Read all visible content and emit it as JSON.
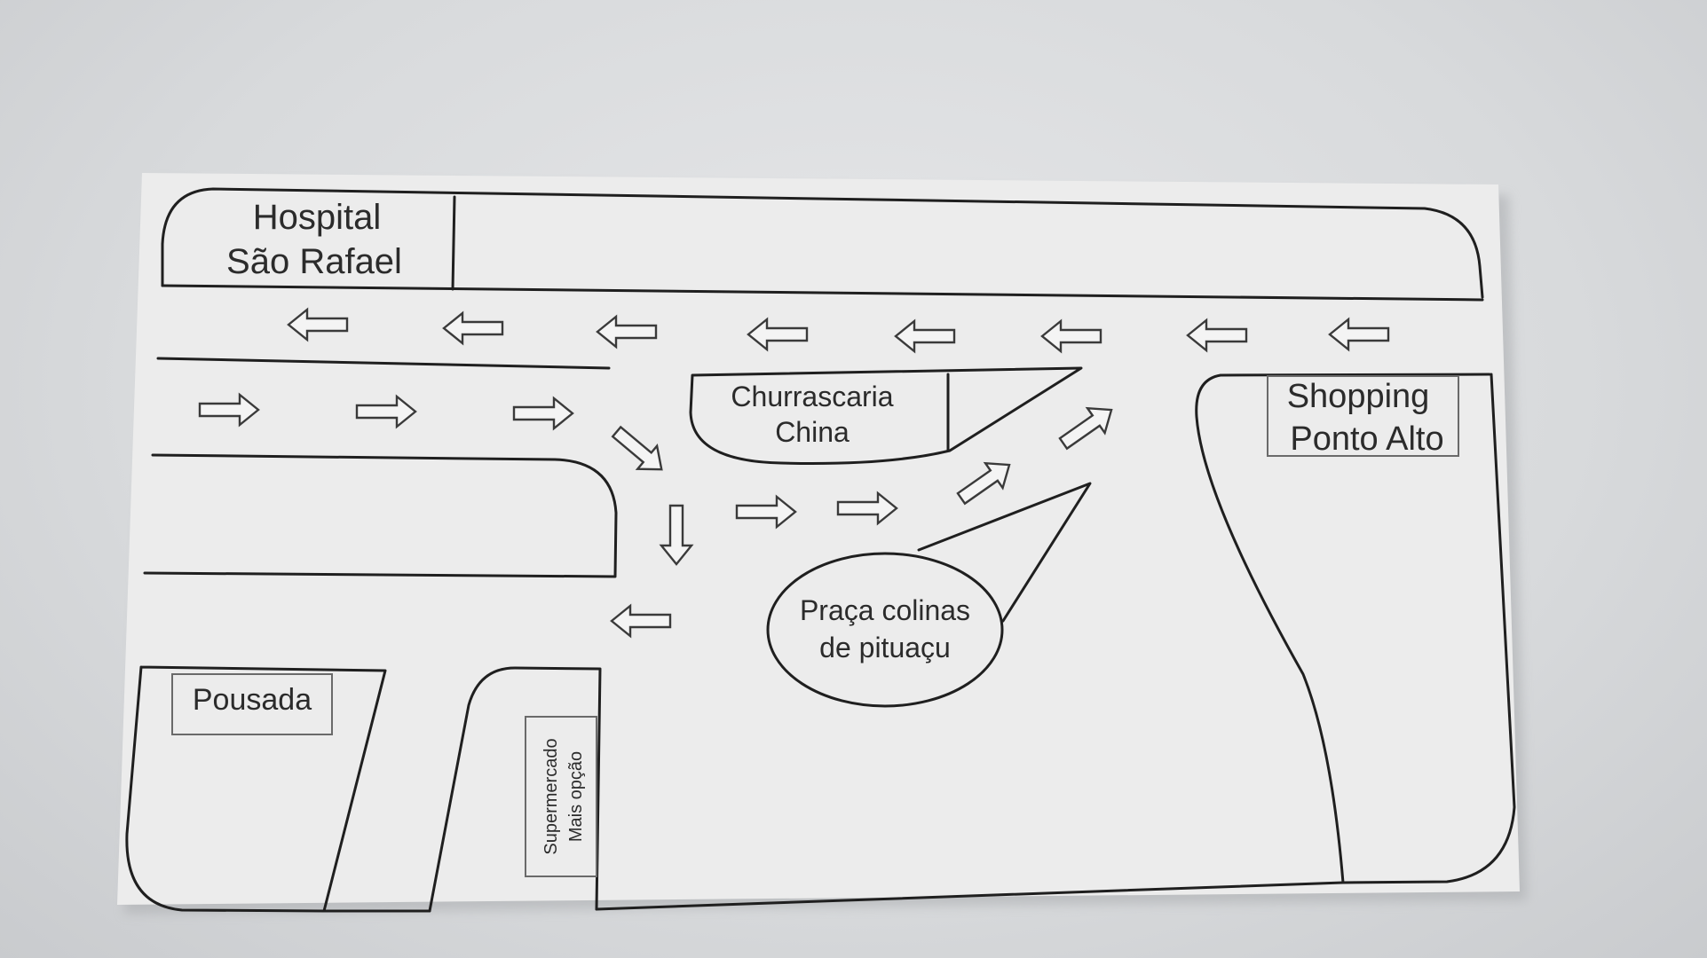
{
  "map": {
    "labels": {
      "hospital_line1": "Hospital",
      "hospital_line2": "São Rafael",
      "churrascaria_line1": "Churrascaria",
      "churrascaria_line2": "China",
      "shopping_line1": "Shopping",
      "shopping_line2": "Ponto Alto",
      "praca_line1": "Praça colinas",
      "praca_line2": "de pituaçu",
      "pousada": "Pousada",
      "supermercado_line1": "Supermercado",
      "supermercado_line2": "Mais opção"
    },
    "arrow_directions": {
      "top_road": "left",
      "second_road": "right",
      "curve_down_right": "down-right",
      "curve_down": "down",
      "lower_left": "left",
      "middle_right": "right",
      "rising": "up-right"
    },
    "colors": {
      "card": "#ececec",
      "ink": "#1f1f1f",
      "arrow_fill": "#f4f4f4"
    }
  }
}
